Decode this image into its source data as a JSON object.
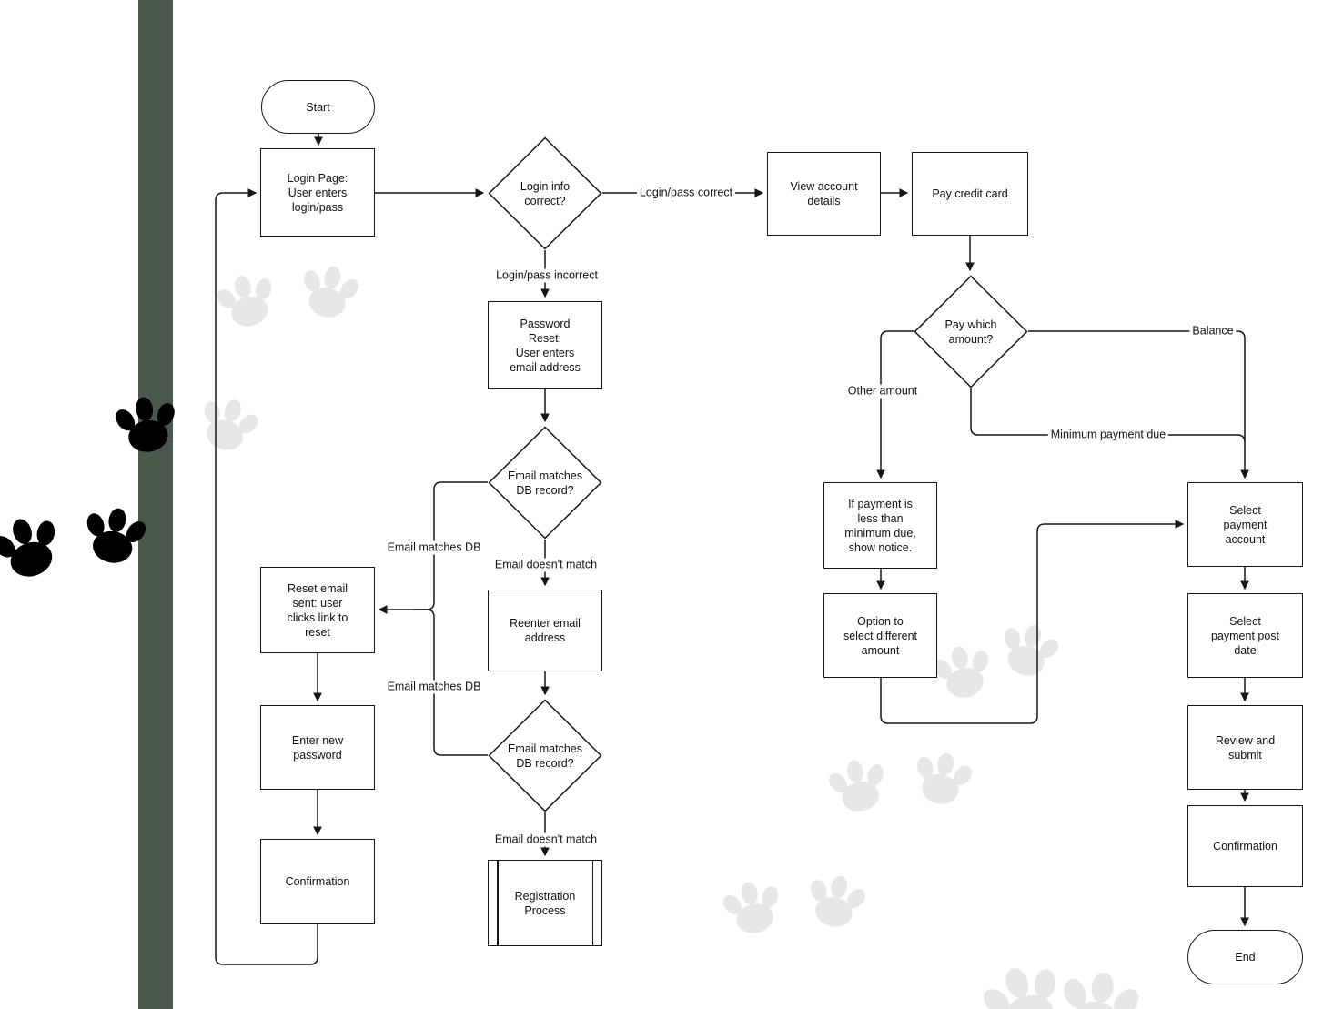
{
  "colors": {
    "stripe_green": "#48584a",
    "line": "#161616",
    "paw_light": "#e7e7e7",
    "paw_dark": "#000000",
    "node_fill": "#ffffff"
  },
  "diagram": {
    "nodes": {
      "start": {
        "type": "terminator",
        "label": "Start"
      },
      "login_page": {
        "type": "process",
        "label": "Login Page:\nUser enters\nlogin/pass"
      },
      "login_info_correct": {
        "type": "decision",
        "label": "Login info\ncorrect?"
      },
      "view_account_details": {
        "type": "process",
        "label": "View account\ndetails"
      },
      "pay_credit_card": {
        "type": "process",
        "label": "Pay credit card"
      },
      "password_reset": {
        "type": "process",
        "label": "Password\nReset:\nUser enters\nemail address"
      },
      "email_matches_1": {
        "type": "decision",
        "label": "Email matches\nDB record?"
      },
      "reset_email_sent": {
        "type": "process",
        "label": "Reset email\nsent: user\nclicks link to\nreset"
      },
      "reenter_email": {
        "type": "process",
        "label": "Reenter email\naddress"
      },
      "email_matches_2": {
        "type": "decision",
        "label": "Email matches\nDB record?"
      },
      "enter_new_password": {
        "type": "process",
        "label": "Enter new\npassword"
      },
      "confirmation_left": {
        "type": "process",
        "label": "Confirmation"
      },
      "registration_process": {
        "type": "predefined",
        "label": "Registration\nProcess"
      },
      "pay_which_amount": {
        "type": "decision",
        "label": "Pay which\namount?"
      },
      "payment_notice": {
        "type": "process",
        "label": "If payment is\nless than\nminimum due,\nshow notice."
      },
      "option_different_amount": {
        "type": "process",
        "label": "Option to\nselect different\namount"
      },
      "select_payment_account": {
        "type": "process",
        "label": "Select\npayment\naccount"
      },
      "select_payment_post_date": {
        "type": "process",
        "label": "Select\npayment post\ndate"
      },
      "review_and_submit": {
        "type": "process",
        "label": "Review and\nsubmit"
      },
      "confirmation_right": {
        "type": "process",
        "label": "Confirmation"
      },
      "end": {
        "type": "terminator",
        "label": "End"
      }
    },
    "edge_labels": {
      "login_pass_correct": "Login/pass correct",
      "login_pass_incorrect": "Login/pass incorrect",
      "email_matches_db_1": "Email matches DB",
      "email_doesnt_match_1": "Email doesn't match",
      "email_matches_db_2": "Email matches DB",
      "email_doesnt_match_2": "Email doesn't match",
      "balance": "Balance",
      "other_amount": "Other amount",
      "minimum_payment_due": "Minimum payment due"
    }
  }
}
